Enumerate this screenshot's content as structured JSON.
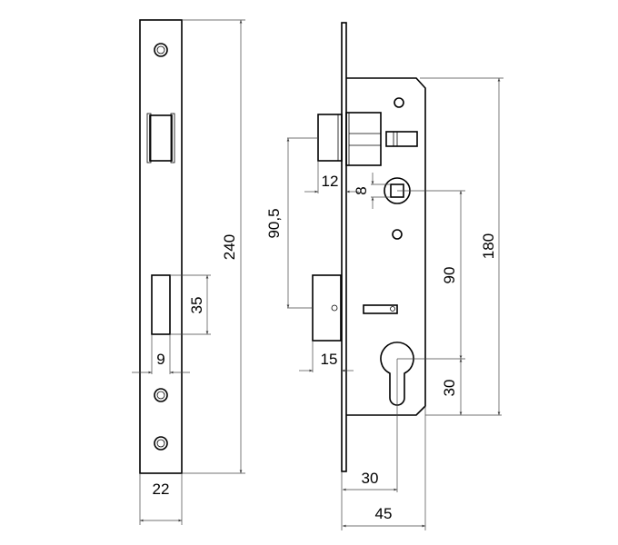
{
  "front_view": {
    "dim_height": "240",
    "dim_bolt_height": "35",
    "dim_bolt_width": "9",
    "dim_width": "22"
  },
  "side_view": {
    "dim_latch_to_bolt": "90,5",
    "dim_latch_throw": "12",
    "dim_spindle": "8",
    "dim_spindle_to_cylinder": "90",
    "dim_cylinder_to_bottom": "30",
    "dim_case_height": "180",
    "dim_bolt_throw": "15",
    "dim_backset": "30",
    "dim_case_depth": "45"
  }
}
